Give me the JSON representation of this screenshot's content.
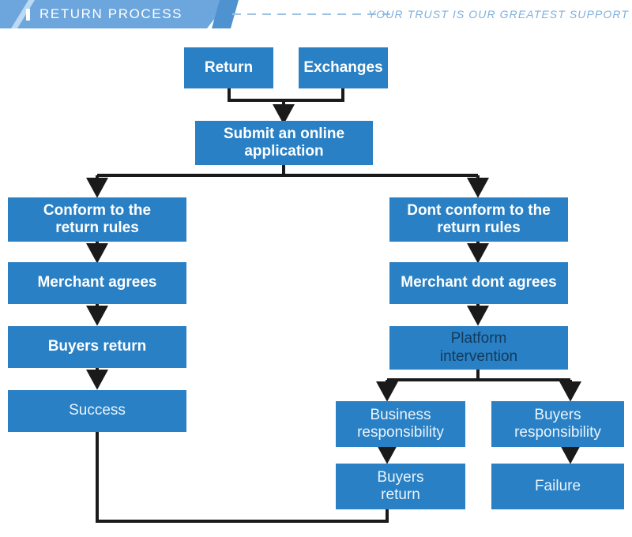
{
  "header": {
    "title": "RETURN PROCESS",
    "tagline": "YOUR TRUST IS OUR GREATEST SUPPORT",
    "banner_color": "#6CA6DC",
    "chip_color": "#4E93CF",
    "dash_color": "#9CC3E5",
    "tagline_color": "#7FB0DE"
  },
  "diagram": {
    "node_color": "#2980C4",
    "connector_color": "#1A1A1A",
    "nodes": [
      {
        "id": "return",
        "label": "Return"
      },
      {
        "id": "exchanges",
        "label": "Exchanges"
      },
      {
        "id": "submit",
        "label": "Submit an online\napplication"
      },
      {
        "id": "conform",
        "label": "Conform to the\nreturn rules"
      },
      {
        "id": "merchant-agrees",
        "label": "Merchant agrees"
      },
      {
        "id": "buyers-return-left",
        "label": "Buyers return"
      },
      {
        "id": "success",
        "label": "Success"
      },
      {
        "id": "dont-conform",
        "label": "Dont conform to the\nreturn rules"
      },
      {
        "id": "merchant-dont-agrees",
        "label": "Merchant dont agrees"
      },
      {
        "id": "platform-intervention",
        "label": "Platform\nintervention"
      },
      {
        "id": "business-responsibility",
        "label": "Business\nresponsibility"
      },
      {
        "id": "buyers-responsibility",
        "label": "Buyers\nresponsibility"
      },
      {
        "id": "buyers-return-right",
        "label": "Buyers\nreturn"
      },
      {
        "id": "failure",
        "label": "Failure"
      }
    ],
    "edges": [
      {
        "from": "return",
        "to": "submit"
      },
      {
        "from": "exchanges",
        "to": "submit"
      },
      {
        "from": "submit",
        "to": "conform"
      },
      {
        "from": "submit",
        "to": "dont-conform"
      },
      {
        "from": "conform",
        "to": "merchant-agrees"
      },
      {
        "from": "merchant-agrees",
        "to": "buyers-return-left"
      },
      {
        "from": "buyers-return-left",
        "to": "success"
      },
      {
        "from": "dont-conform",
        "to": "merchant-dont-agrees"
      },
      {
        "from": "merchant-dont-agrees",
        "to": "platform-intervention"
      },
      {
        "from": "platform-intervention",
        "to": "business-responsibility"
      },
      {
        "from": "platform-intervention",
        "to": "buyers-responsibility"
      },
      {
        "from": "business-responsibility",
        "to": "buyers-return-right"
      },
      {
        "from": "buyers-responsibility",
        "to": "failure"
      },
      {
        "from": "buyers-return-right",
        "to": "success"
      }
    ]
  }
}
